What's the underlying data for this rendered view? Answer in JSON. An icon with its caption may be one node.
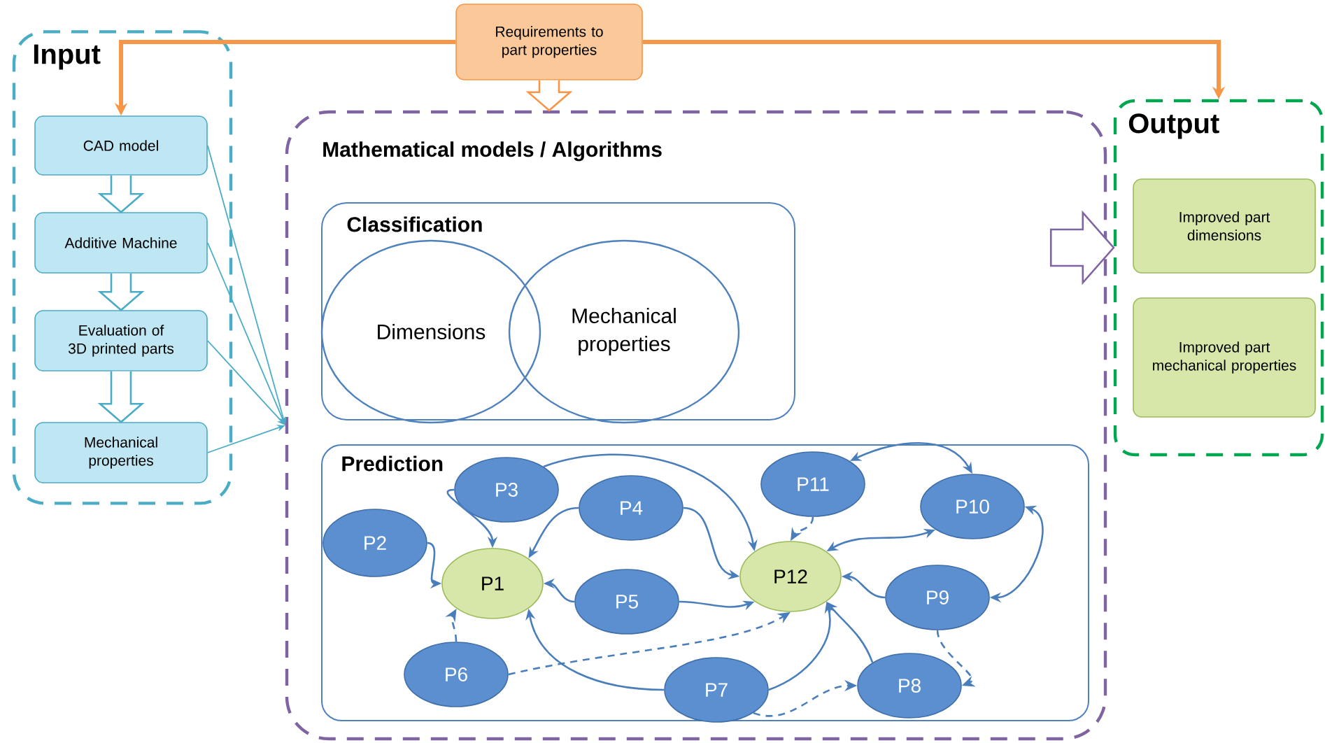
{
  "diagram": {
    "nodes": [
      {
        "text": [
          "Input"
        ]
      },
      {
        "text": [
          "CAD model"
        ],
        "in": 0
      },
      {
        "text": [
          "Additive Machine"
        ],
        "in": 0
      },
      {
        "text": [
          "Evaluation of 3D printed parts"
        ],
        "in": 0
      },
      {
        "text": [
          "Mechanical properties"
        ],
        "in": 0
      },
      {
        "text": [
          "Requirements to part properties"
        ]
      },
      {
        "text": [
          "Mathematical models  / Algorithms"
        ]
      },
      {
        "text": [
          "Classification"
        ],
        "in": 6
      },
      {
        "text": [
          "Dimensions"
        ],
        "in": 7
      },
      {
        "text": [
          "Mechanical properties"
        ],
        "in": 7
      },
      {
        "text": [
          "Prediction"
        ],
        "in": 6
      },
      {
        "text": [
          "P1"
        ],
        "in": 10
      },
      {
        "text": [
          "P2"
        ],
        "in": 10
      },
      {
        "text": [
          "P3"
        ],
        "in": 10
      },
      {
        "text": [
          "P4"
        ],
        "in": 10
      },
      {
        "text": [
          "P5"
        ],
        "in": 10
      },
      {
        "text": [
          "P6"
        ],
        "in": 10
      },
      {
        "text": [
          "P7"
        ],
        "in": 10
      },
      {
        "text": [
          "P8"
        ],
        "in": 10
      },
      {
        "text": [
          "P9"
        ],
        "in": 10
      },
      {
        "text": [
          "P10"
        ],
        "in": 10
      },
      {
        "text": [
          "P11"
        ],
        "in": 10
      },
      {
        "text": [
          "P12"
        ],
        "in": 10
      },
      {
        "text": [
          "Output"
        ]
      },
      {
        "text": [
          "Improved part dimensions"
        ],
        "in": 23
      },
      {
        "text": [
          "Improved part mechanical properties"
        ],
        "in": 23
      }
    ],
    "edges": [
      {
        "from": 5,
        "to": 1,
        "arrow": "to",
        "style": "thick",
        "color": "#f79646"
      },
      {
        "from": 5,
        "to": 23,
        "arrow": "to",
        "style": "thick",
        "color": "#f79646"
      },
      {
        "from": 5,
        "to": 6,
        "arrow": "to",
        "color": "#f79646"
      },
      {
        "from": 1,
        "to": 2,
        "arrow": "to",
        "color": "#4bacc6"
      },
      {
        "from": 2,
        "to": 3,
        "arrow": "to",
        "color": "#4bacc6"
      },
      {
        "from": 3,
        "to": 4,
        "arrow": "to",
        "color": "#4bacc6"
      },
      {
        "from": 1,
        "to": 6,
        "arrow": "to",
        "color": "#4bacc6"
      },
      {
        "from": 2,
        "to": 6,
        "arrow": "to",
        "color": "#4bacc6"
      },
      {
        "from": 3,
        "to": 6,
        "arrow": "to",
        "color": "#4bacc6"
      },
      {
        "from": 4,
        "to": 6,
        "arrow": "to",
        "color": "#4bacc6"
      },
      {
        "from": 6,
        "to": 23,
        "arrow": "to",
        "color": "#8064a2"
      },
      {
        "from": 12,
        "to": 11,
        "arrow": "to"
      },
      {
        "from": 13,
        "to": 11,
        "arrow": "to"
      },
      {
        "from": 14,
        "to": 11,
        "arrow": "to"
      },
      {
        "from": 15,
        "to": 11,
        "arrow": "to"
      },
      {
        "from": 16,
        "to": 11,
        "arrow": "to",
        "style": "dashed"
      },
      {
        "from": 17,
        "to": 11,
        "arrow": "to"
      },
      {
        "from": 13,
        "to": 22,
        "arrow": "to"
      },
      {
        "from": 14,
        "to": 22,
        "arrow": "to"
      },
      {
        "from": 15,
        "to": 22,
        "arrow": "to"
      },
      {
        "from": 16,
        "to": 22,
        "arrow": "to",
        "style": "dashed"
      },
      {
        "from": 17,
        "to": 22,
        "arrow": "to"
      },
      {
        "from": 18,
        "to": 22,
        "arrow": "to"
      },
      {
        "from": 17,
        "to": 18,
        "arrow": "to",
        "style": "dashed"
      },
      {
        "from": 19,
        "to": 18,
        "arrow": "to",
        "style": "dashed"
      },
      {
        "from": 19,
        "to": 22,
        "arrow": "to"
      },
      {
        "from": 20,
        "to": 22,
        "arrow": "both"
      },
      {
        "from": 21,
        "to": 22,
        "arrow": "to",
        "style": "dashed"
      },
      {
        "from": 21,
        "to": 20,
        "arrow": "both"
      },
      {
        "from": 20,
        "to": 19,
        "arrow": "both"
      }
    ]
  }
}
